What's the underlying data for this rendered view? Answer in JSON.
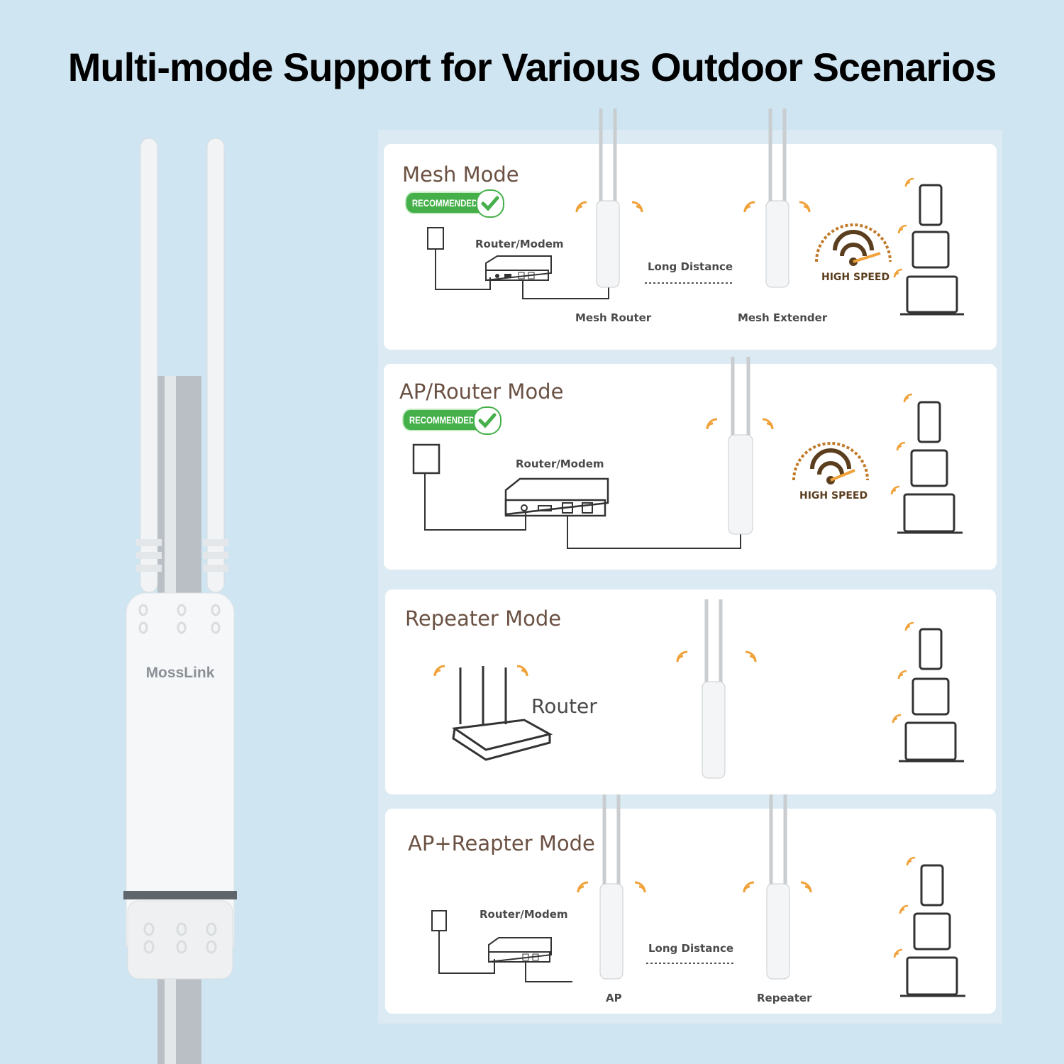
{
  "headline": "Multi-mode Support for Various Outdoor Scenarios",
  "brand": "MossLink",
  "modes": [
    {
      "title": "Mesh Mode",
      "badge": "RECOMMENDED",
      "router_label": "Router/Modem",
      "link_label": "Long Distance",
      "device_a_label": "Mesh Router",
      "device_b_label": "Mesh Extender",
      "speed_label": "HIGH SPEED"
    },
    {
      "title": "AP/Router Mode",
      "badge": "RECOMMENDED",
      "router_label": "Router/Modem",
      "speed_label": "HIGH SPEED"
    },
    {
      "title": "Repeater Mode",
      "router_label": "Router"
    },
    {
      "title": "AP+Reapter Mode",
      "router_label": "Router/Modem",
      "link_label": "Long Distance",
      "device_a_label": "AP",
      "device_b_label": "Repeater"
    }
  ],
  "colors": {
    "background": "#cfe5f2",
    "accent_green": "#45b04a",
    "wifi_orange": "#f0a23a",
    "title_brown": "#6b5143"
  }
}
